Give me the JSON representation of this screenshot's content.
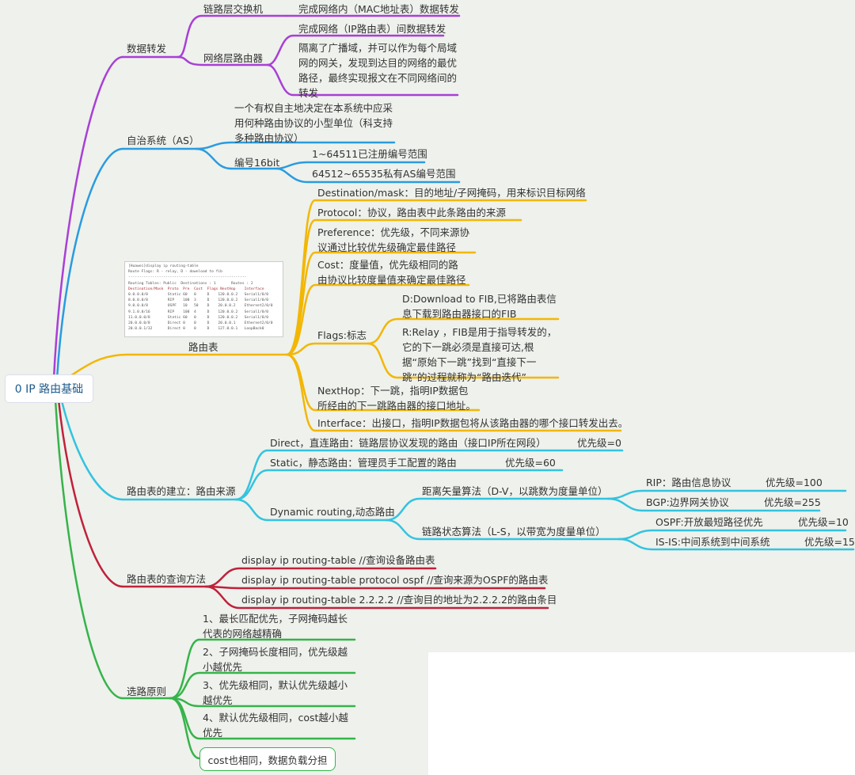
{
  "root": "0 IP 路由基础",
  "branches": {
    "forwarding": {
      "label": "数据转发",
      "switch": {
        "label": "链路层交换机",
        "desc": "完成网络内（MAC地址表）数据转发"
      },
      "router": {
        "label": "网络层路由器",
        "desc1": "完成网络（IP路由表）间数据转发",
        "desc2": "隔离了广播域，并可以作为每个局域网的网关，发现到达目的网络的最优路径，最终实现报文在不同网络间的转发"
      }
    },
    "as": {
      "label": "自治系统（AS）",
      "desc": "一个有权自主地决定在本系统中应采用何种路由协议的小型单位（科支持多种路由协议）",
      "number": {
        "label": "编号16bit",
        "range1": "1~64511已注册编号范围",
        "range2": "64512~65535私有AS编号范围"
      }
    },
    "table": {
      "label": "路由表",
      "dest": "Destination/mask：目的地址/子网掩码，用来标识目标网络",
      "protocol": "Protocol：协议，路由表中此条路由的来源",
      "preference": "Preference：优先级，不同来源协议通过比较优先级确定最佳路径",
      "cost": "Cost：度量值，优先级相同的路由协议比较度量值来确定最佳路径",
      "flags": {
        "label": "Flags:标志",
        "d": "D:Download to FIB,已将路由表信息下载到路由器接口的FIB",
        "r": "R:Relay ，FIB是用于指导转发的，它的下一跳必须是直接可达,根据“原始下一跳”找到“直接下一跳”的过程就称为“路由迭代”"
      },
      "nexthop": "NextHop：下一跳，指明IP数据包所经由的下一跳路由器的接口地址。",
      "interface": "Interface：出接口，指明IP数据包将从该路由器的哪个接口转发出去。",
      "screenshot": [
        "[Huawei]display ip routing-table",
        "Route Flags: R - relay, D - download to fib",
        "------------------------------------------------------",
        "Routing Tables: Public  Destinations : 1       Routes : 2",
        "Destination/Mask  Proto  Pre  Cost  Flags NextHop    Interface",
        "0.0.0.0/0         Static 60   0     D    120.0.0.2   Serial1/0/0",
        "8.0.0.0/8         RIP    100  3     D    120.0.0.2   Serial1/0/0",
        "9.0.0.0/8         OSPF   10   50    D    20.0.0.2    Ethernet2/0/0",
        "9.1.0.0/16        RIP    100  4     D    120.0.0.2   Serial1/0/0",
        "11.0.0.0/8        Static 60   0     D    120.0.0.2   Serial1/0/0",
        "20.0.0.0/8        Direct 0    0     D    20.0.0.1    Ethernet2/0/0",
        "20.0.0.1/32       Direct 0    0     D    127.0.0.1   LoopBack0"
      ]
    },
    "sources": {
      "label": "路由表的建立：路由来源",
      "direct": {
        "label": "Direct，直连路由：链路层协议发现的路由（接口IP所在网段）",
        "pri": "优先级=0"
      },
      "static": {
        "label": "Static，静态路由：管理员手工配置的路由",
        "pri": "优先级=60"
      },
      "dynamic": {
        "label": "Dynamic routing,动态路由",
        "dv": {
          "label": "距离矢量算法（D-V，以跳数为度量单位）",
          "rip": "RIP：路由信息协议",
          "rip_pri": "优先级=100",
          "bgp": "BGP:边界网关协议",
          "bgp_pri": "优先级=255"
        },
        "ls": {
          "label": "链路状态算法（L-S，以带宽为度量单位）",
          "ospf": "OSPF:开放最短路径优先",
          "ospf_pri": "优先级=10",
          "isis": "IS-IS:中间系统到中间系统",
          "isis_pri": "优先级=15"
        }
      }
    },
    "query": {
      "label": "路由表的查询方法",
      "cmd1": "display ip routing-table   //查询设备路由表",
      "cmd2": "display ip routing-table protocol ospf  //查询来源为OSPF的路由表",
      "cmd3": "display ip routing-table 2.2.2.2  //查询目的地址为2.2.2.2的路由条目"
    },
    "select": {
      "label": "选路原则",
      "r1": "1、最长匹配优先，子网掩码越长代表的网络越精确",
      "r2": "2、子网掩码长度相同，优先级越小越优先",
      "r3": "3、优先级相同，默认优先级越小越优先",
      "r4": "4、默认优先级相同，cost越小越优先",
      "r5": "cost也相同，数据负载分担"
    }
  },
  "colors": {
    "purple": "#a93fd6",
    "blue": "#2a9be0",
    "yellow": "#f2b705",
    "cyan": "#33c3df",
    "red": "#c0213a",
    "green": "#36b34a",
    "background": "#eef1ec"
  }
}
